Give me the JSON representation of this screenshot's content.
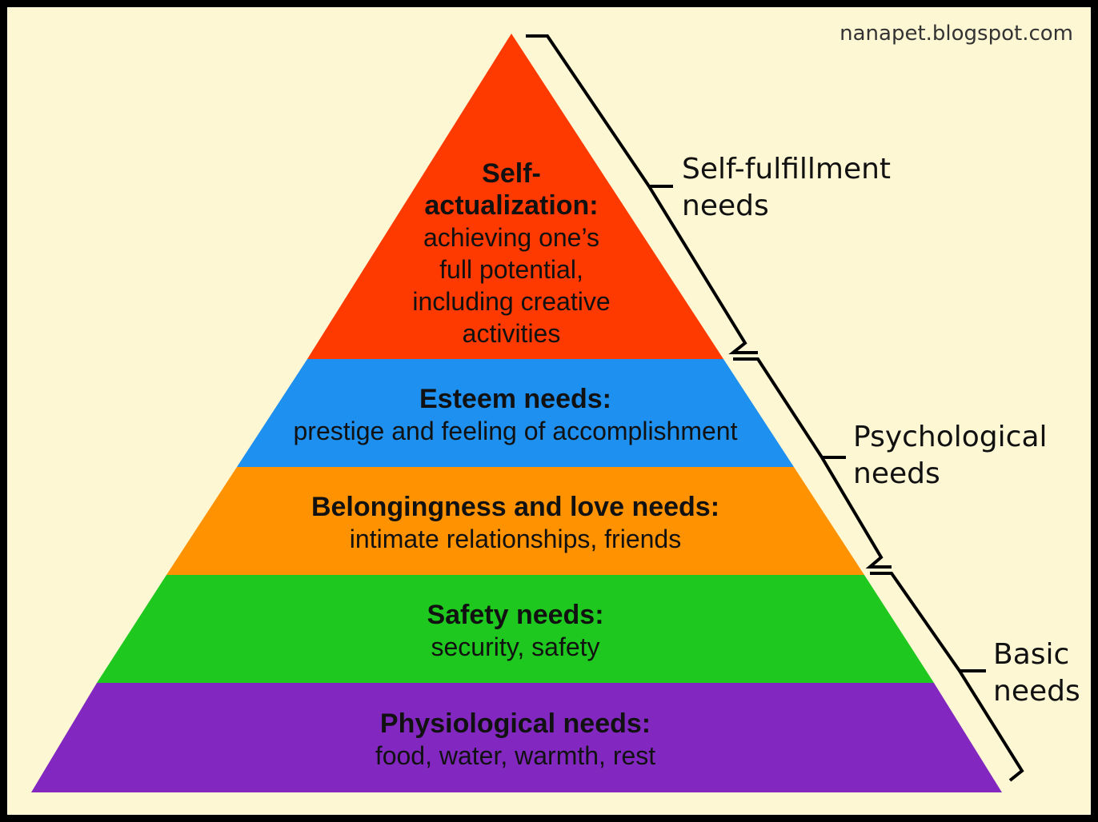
{
  "credit": "nanapet.blogspot.com",
  "pyramid": {
    "levels": [
      {
        "key": "self-actualization",
        "title_1": "Self-",
        "title_2": "actualization:",
        "desc_1": "achieving one’s",
        "desc_2": "full potential,",
        "desc_3": "including creative",
        "desc_4": "activities",
        "color": "#ff3a00"
      },
      {
        "key": "esteem",
        "title": "Esteem needs:",
        "desc": "prestige and feeling of accomplishment",
        "color": "#1e90f0"
      },
      {
        "key": "belongingness",
        "title": "Belongingness and love needs:",
        "desc": "intimate relationships, friends",
        "color": "#ff9200"
      },
      {
        "key": "safety",
        "title": "Safety needs:",
        "desc": "security, safety",
        "color": "#1ec81e"
      },
      {
        "key": "physiological",
        "title": "Physiological needs:",
        "desc": "food, water, warmth, rest",
        "color": "#8228c0"
      }
    ]
  },
  "groups": [
    {
      "line_1": "Self-fulfillment",
      "line_2": "needs"
    },
    {
      "line_1": "Psychological",
      "line_2": "needs"
    },
    {
      "line_1": "Basic",
      "line_2": "needs"
    }
  ]
}
